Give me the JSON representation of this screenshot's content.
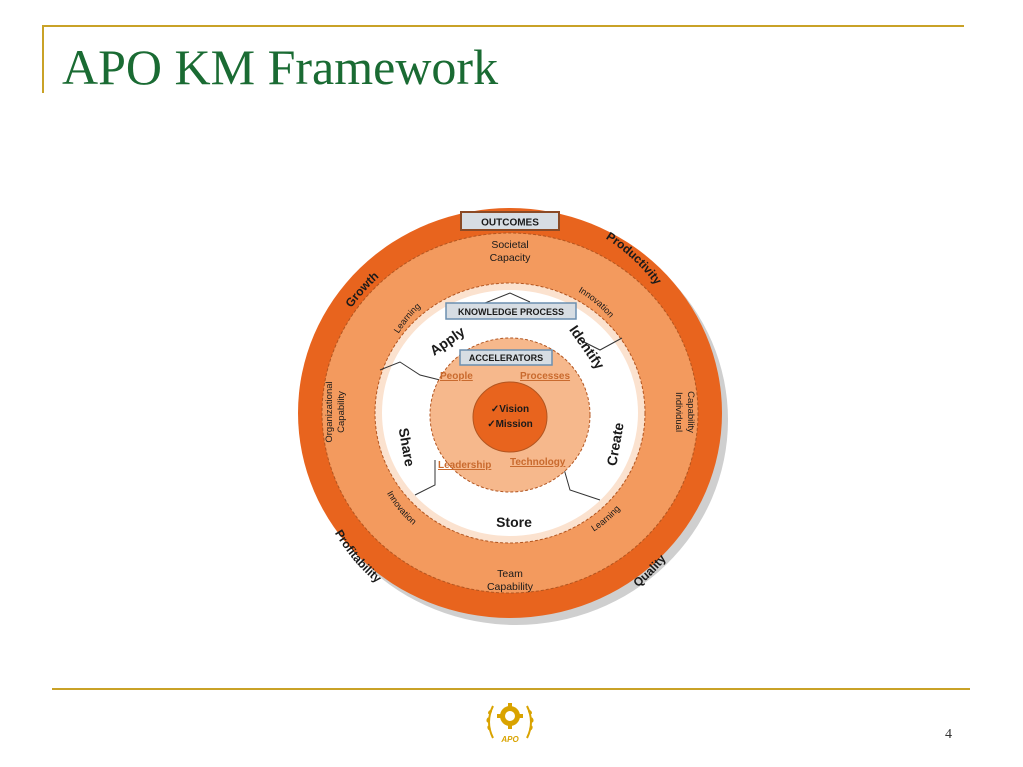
{
  "slide": {
    "title": "APO KM Framework",
    "page_number": "4",
    "logo_text": "APO"
  },
  "diagram": {
    "outcomes_header": "OUTCOMES",
    "outer_ring": {
      "growth": "Growth",
      "productivity": "Productivity",
      "profitability": "Profitability",
      "quality": "Quality"
    },
    "capacity_ring": {
      "societal_1": "Societal",
      "societal_2": "Capacity",
      "team_1": "Team",
      "team_2": "Capability",
      "organizational": "Organizational",
      "organizational_cap": "Capability",
      "individual": "Individual",
      "individual_cap": "Capability"
    },
    "knowledge_process_header": "KNOWLEDGE PROCESS",
    "process_ring": {
      "apply": "Apply",
      "identify": "Identify",
      "create": "Create",
      "store": "Store",
      "share": "Share",
      "learning_top": "Learning",
      "innovation_top": "Innovation",
      "innovation_bottom": "Innovation",
      "learning_bottom": "Learning"
    },
    "accelerators_header": "ACCELERATORS",
    "accelerators": {
      "people": "People",
      "processes": "Processes",
      "leadership": "Leadership",
      "technology": "Technology"
    },
    "core": {
      "vision": "✓Vision",
      "mission": "✓Mission"
    },
    "colors": {
      "outer_ring": "#e8641e",
      "capacity_ring": "#f39a5e",
      "process_ring": "#fbe2cf",
      "accelerator_ring": "#f6b88c",
      "core": "#e8641e",
      "header_box": "#d7dde3",
      "accelerator_text": "#c96a2e",
      "title_green": "#1a6b33",
      "rule_gold": "#c9a227"
    }
  }
}
